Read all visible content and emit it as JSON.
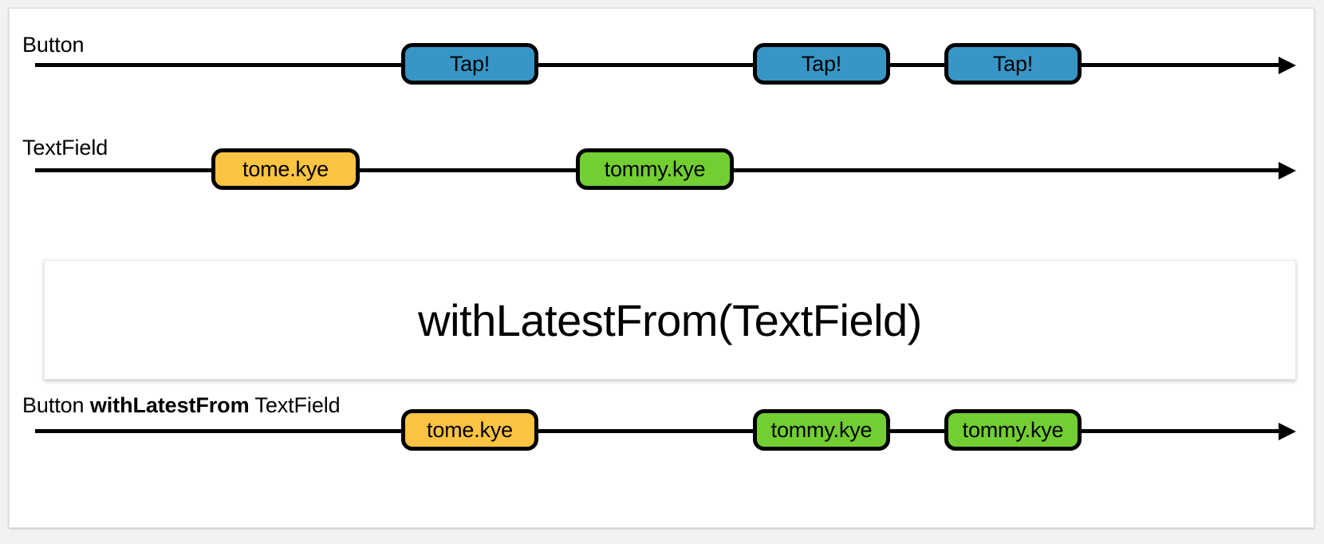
{
  "diagram": {
    "title": "withLatestFrom marble diagram",
    "colors": {
      "blue": "#3796c6",
      "orange": "#fdc343",
      "green": "#72ce32",
      "stroke": "#000000",
      "background": "#ffffff"
    },
    "operator": {
      "label": "withLatestFrom(TextField)"
    },
    "streams": [
      {
        "name": "button-stream",
        "label": "Button",
        "label_plain": "Button",
        "events": [
          {
            "text": "Tap!",
            "color": "blue"
          },
          {
            "text": "Tap!",
            "color": "blue"
          },
          {
            "text": "Tap!",
            "color": "blue"
          }
        ]
      },
      {
        "name": "textfield-stream",
        "label": "TextField",
        "label_plain": "TextField",
        "events": [
          {
            "text": "tome.kye",
            "color": "orange"
          },
          {
            "text": "tommy.kye",
            "color": "green"
          }
        ]
      },
      {
        "name": "result-stream",
        "label_prefix": "Button ",
        "label_bold": "withLatestFrom",
        "label_suffix": " TextField",
        "label_plain": "Button withLatestFrom TextField",
        "events": [
          {
            "text": "tome.kye",
            "color": "orange"
          },
          {
            "text": "tommy.kye",
            "color": "green"
          },
          {
            "text": "tommy.kye",
            "color": "green"
          }
        ]
      }
    ]
  }
}
